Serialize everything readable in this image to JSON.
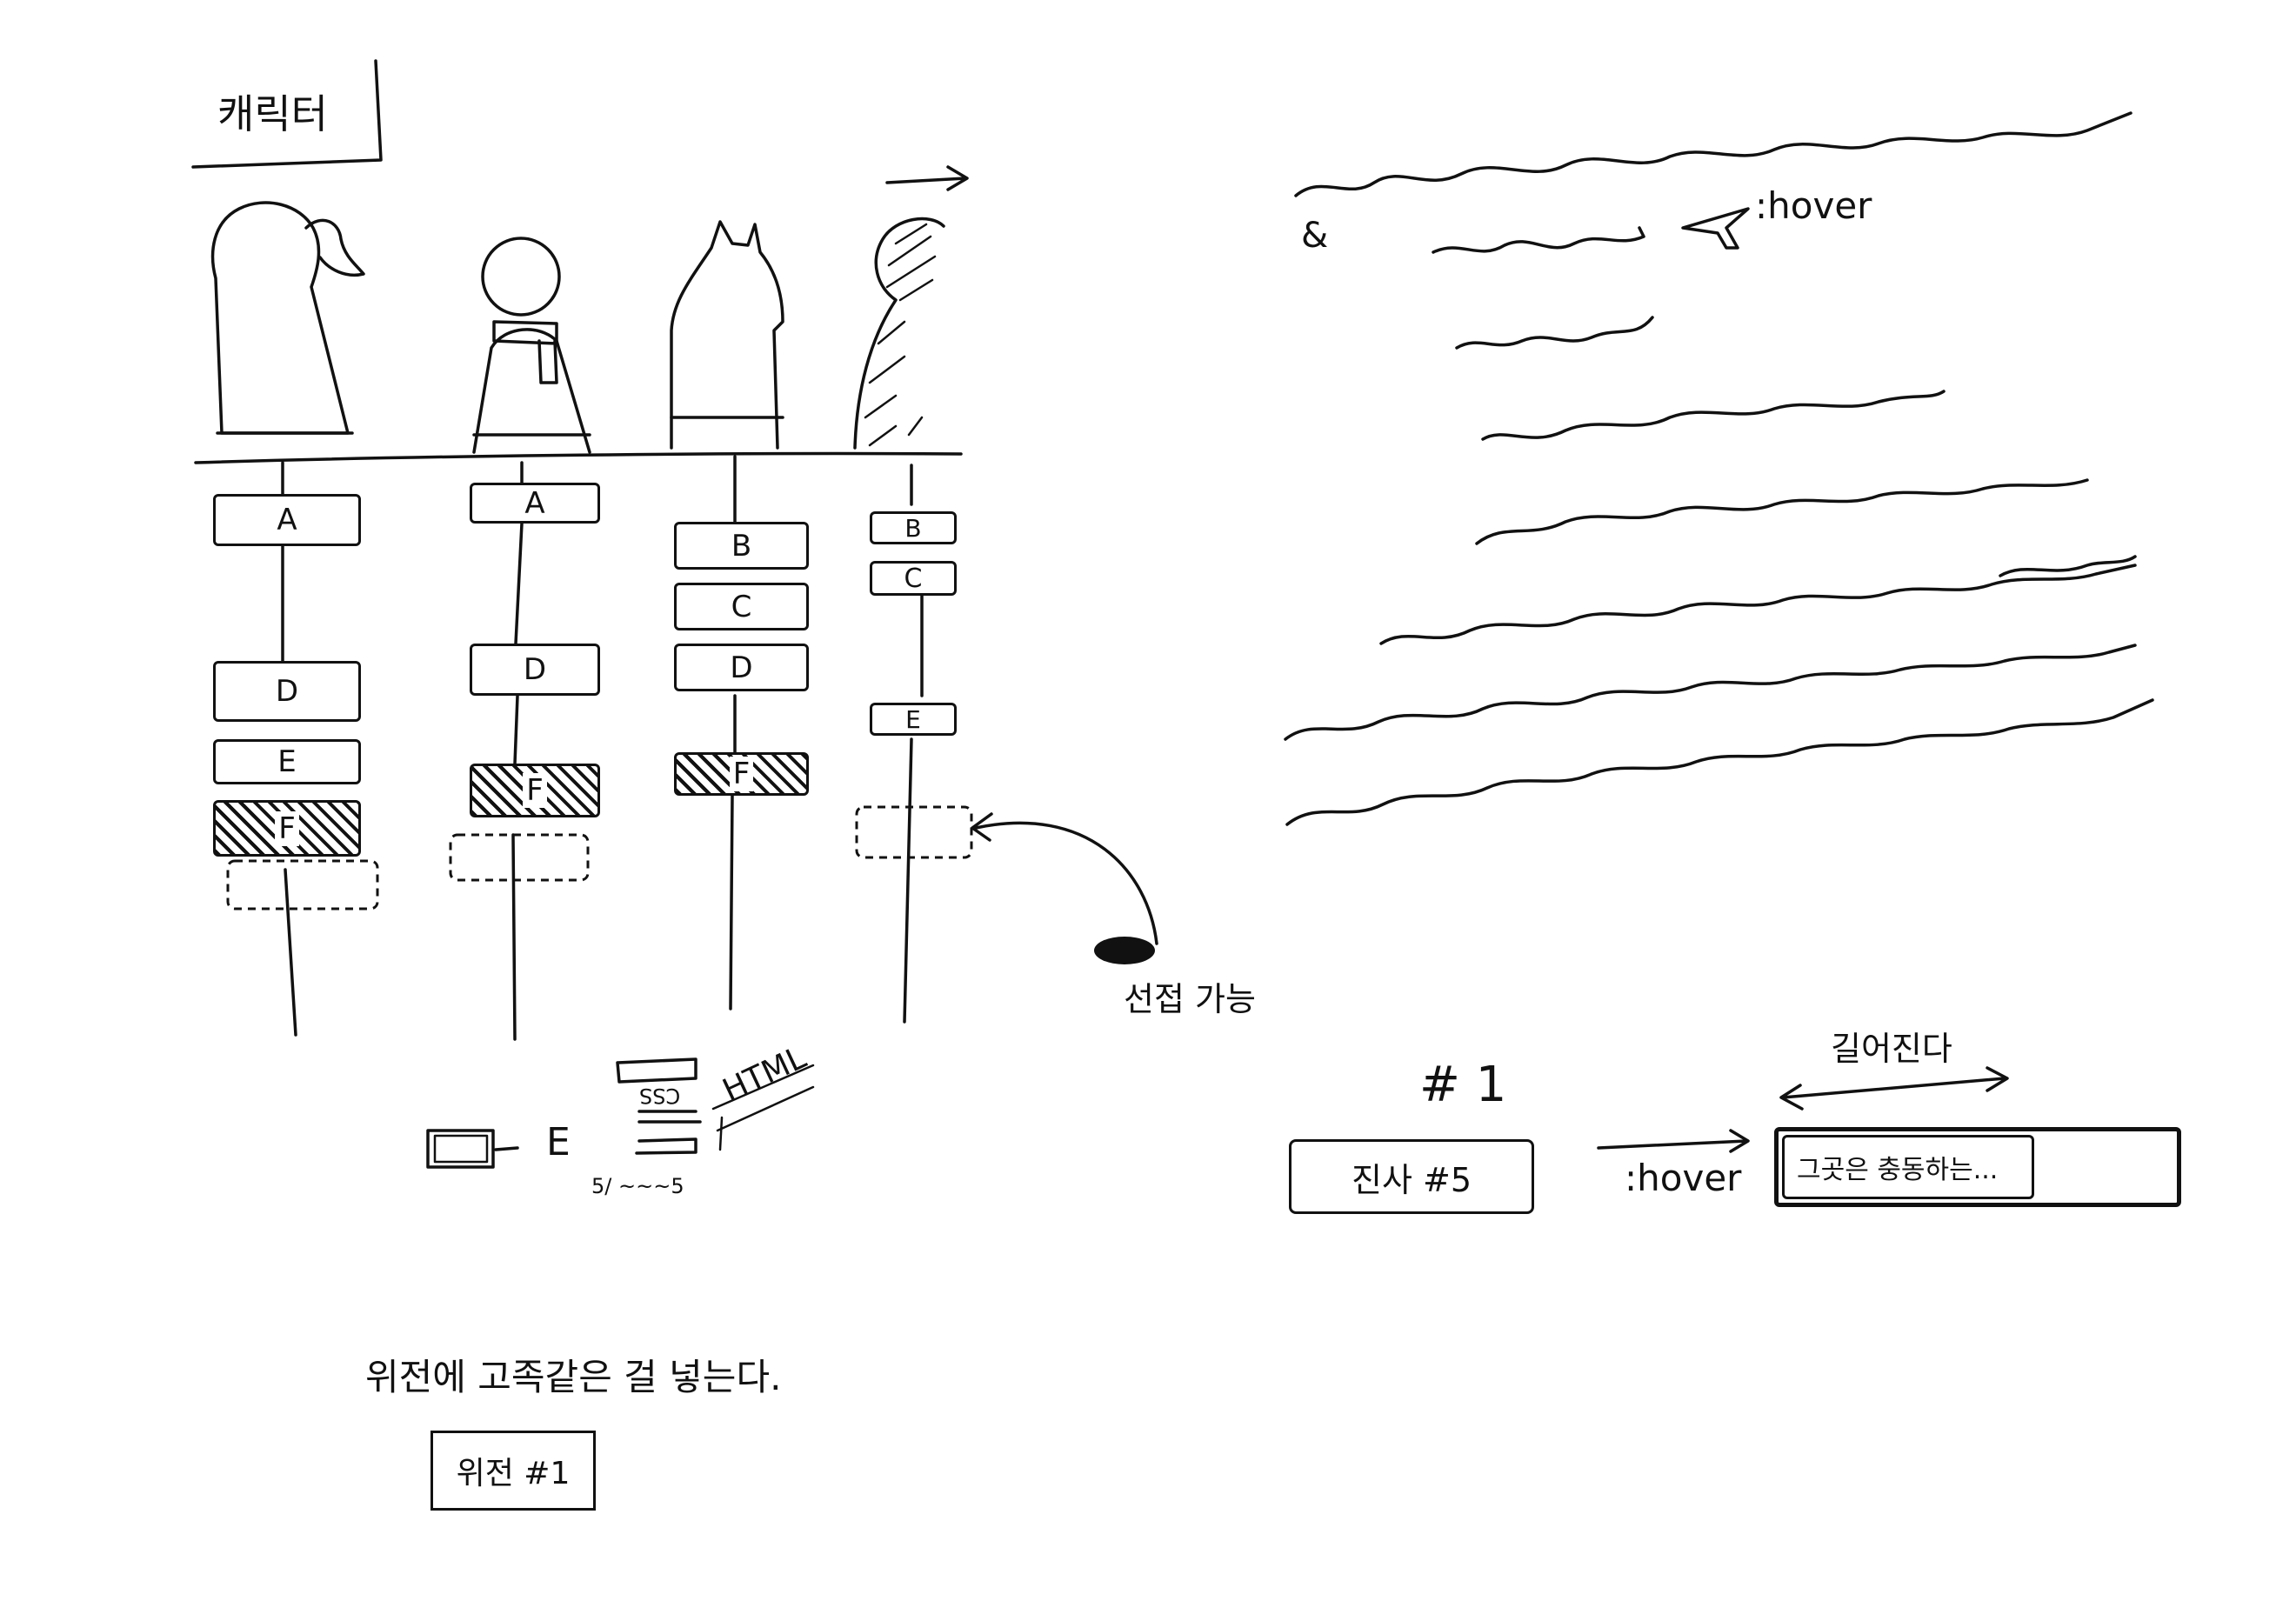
{
  "title": "캐릭터",
  "columns": [
    {
      "items": [
        "A",
        "D",
        "E",
        "F"
      ],
      "highlighted": "F"
    },
    {
      "items": [
        "A",
        "D",
        "F"
      ],
      "highlighted": "F"
    },
    {
      "items": [
        "B",
        "C",
        "D",
        "F"
      ],
      "highlighted": "F"
    },
    {
      "items": [
        "B",
        "C",
        "E"
      ],
      "highlighted": ""
    }
  ],
  "select_note": "선접 가능",
  "small_labels": {
    "e_mark": "E",
    "css": "CSS",
    "html": "HTML",
    "scribble": "5/ ~~~5"
  },
  "hover_note": ":hover",
  "hover_mark": "&",
  "section_number": "# 1",
  "button_label": "진사 #5",
  "button_hover": ":hover",
  "expand_note": "길어진다",
  "expanded_text": "그곳은 충동하는...",
  "bottom_note": "위전에 고족같은 걸 넣는다.",
  "bottom_box": "위전 #1",
  "colors": {
    "ink": "#111111",
    "paper": "#ffffff"
  }
}
